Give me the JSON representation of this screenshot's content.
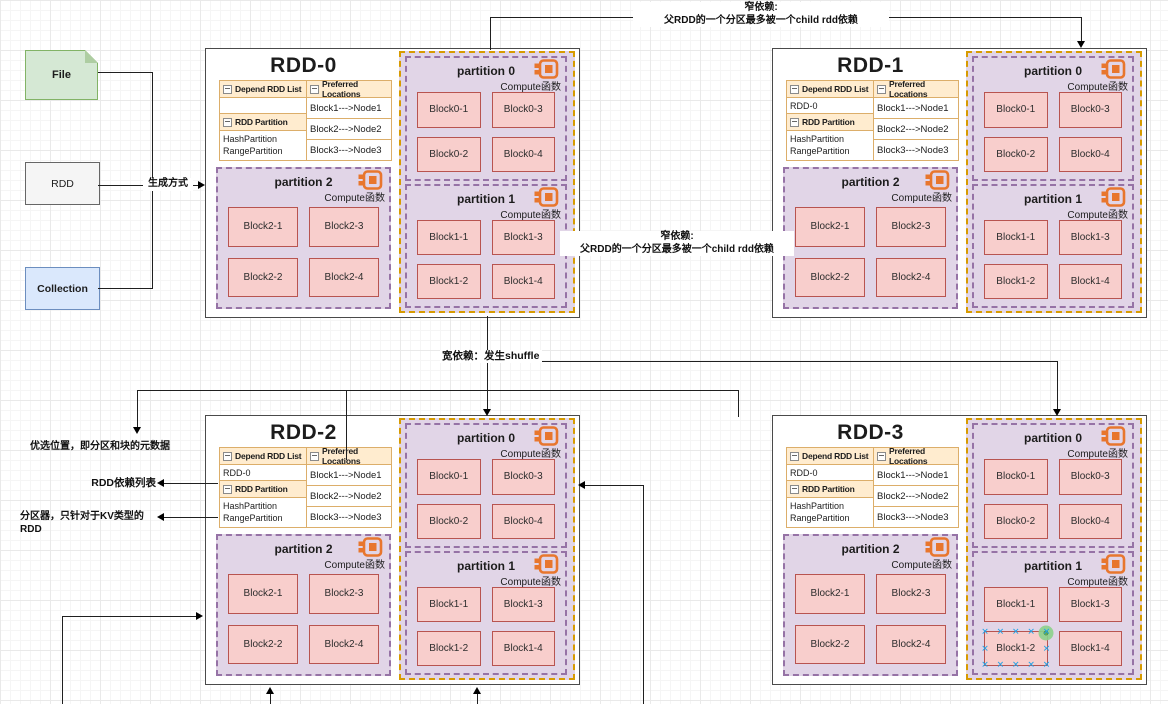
{
  "sources": {
    "file": "File",
    "rdd": "RDD",
    "collection": "Collection"
  },
  "labels": {
    "generate": "生成方式",
    "narrow_top_1": "窄依赖:",
    "narrow_top_2": "父RDD的一个分区最多被一个child rdd依赖",
    "narrow_mid_1": "窄依赖:",
    "narrow_mid_2": "父RDD的一个分区最多被一个child rdd依赖",
    "wide": "宽依赖：发生shuffle",
    "callout_preferred": "优选位置，即分区和块的元数据",
    "callout_depend": "RDD依赖列表",
    "callout_partitioner": "分区器，只针对于KV类型的RDD"
  },
  "rdds": [
    {
      "title": "RDD-0",
      "table": {
        "depend_header": "Depend RDD List",
        "depend_value": "",
        "partition_header": "RDD Partition",
        "partitioner_lines": [
          "HashPartition",
          "RangePartition"
        ],
        "locations_header": "Preferred Locations",
        "locations": [
          "Block1--->Node1",
          "Block2--->Node2",
          "Block3--->Node3"
        ]
      },
      "partitions": [
        {
          "name": "partition 2",
          "compute_label": "Compute函数",
          "blocks": [
            "Block2-1",
            "Block2-3",
            "Block2-2",
            "Block2-4"
          ]
        },
        {
          "name": "partition 0",
          "compute_label": "Compute函数",
          "blocks": [
            "Block0-1",
            "Block0-3",
            "Block0-2",
            "Block0-4"
          ]
        },
        {
          "name": "partition 1",
          "compute_label": "Compute函数",
          "blocks": [
            "Block1-1",
            "Block1-3",
            "Block1-2",
            "Block1-4"
          ]
        }
      ]
    },
    {
      "title": "RDD-1",
      "table": {
        "depend_header": "Depend RDD List",
        "depend_value": "RDD-0",
        "partition_header": "RDD Partition",
        "partitioner_lines": [
          "HashPartition",
          "RangePartition"
        ],
        "locations_header": "Preferred Locations",
        "locations": [
          "Block1--->Node1",
          "Block2--->Node2",
          "Block3--->Node3"
        ]
      },
      "partitions": [
        {
          "name": "partition 2",
          "compute_label": "Compute函数",
          "blocks": [
            "Block2-1",
            "Block2-3",
            "Block2-2",
            "Block2-4"
          ]
        },
        {
          "name": "partition 0",
          "compute_label": "Compute函数",
          "blocks": [
            "Block0-1",
            "Block0-3",
            "Block0-2",
            "Block0-4"
          ]
        },
        {
          "name": "partition 1",
          "compute_label": "Compute函数",
          "blocks": [
            "Block1-1",
            "Block1-3",
            "Block1-2",
            "Block1-4"
          ]
        }
      ]
    },
    {
      "title": "RDD-2",
      "table": {
        "depend_header": "Depend RDD List",
        "depend_value": "RDD-0",
        "partition_header": "RDD Partition",
        "partitioner_lines": [
          "HashPartition",
          "RangePartition"
        ],
        "locations_header": "Preferred Locations",
        "locations": [
          "Block1--->Node1",
          "Block2--->Node2",
          "Block3--->Node3"
        ]
      },
      "partitions": [
        {
          "name": "partition 2",
          "compute_label": "Compute函数",
          "blocks": [
            "Block2-1",
            "Block2-3",
            "Block2-2",
            "Block2-4"
          ]
        },
        {
          "name": "partition 0",
          "compute_label": "Compute函数",
          "blocks": [
            "Block0-1",
            "Block0-3",
            "Block0-2",
            "Block0-4"
          ]
        },
        {
          "name": "partition 1",
          "compute_label": "Compute函数",
          "blocks": [
            "Block1-1",
            "Block1-3",
            "Block1-2",
            "Block1-4"
          ]
        }
      ]
    },
    {
      "title": "RDD-3",
      "table": {
        "depend_header": "Depend RDD List",
        "depend_value": "RDD-0",
        "partition_header": "RDD Partition",
        "partitioner_lines": [
          "HashPartition",
          "RangePartition"
        ],
        "locations_header": "Preferred Locations",
        "locations": [
          "Block1--->Node1",
          "Block2--->Node2",
          "Block3--->Node3"
        ]
      },
      "partitions": [
        {
          "name": "partition 2",
          "compute_label": "Compute函数",
          "blocks": [
            "Block2-1",
            "Block2-3",
            "Block2-2",
            "Block2-4"
          ]
        },
        {
          "name": "partition 0",
          "compute_label": "Compute函数",
          "blocks": [
            "Block0-1",
            "Block0-3",
            "Block0-2",
            "Block0-4"
          ]
        },
        {
          "name": "partition 1",
          "compute_label": "Compute函数",
          "blocks": [
            "Block1-1",
            "Block1-3",
            "Block1-2",
            "Block1-4"
          ]
        }
      ]
    }
  ],
  "selection": {
    "rdd_index": 3,
    "partition_index": 2,
    "block_index": 2
  },
  "colors": {
    "file_fill": "#d5e8d4",
    "file_border": "#82b366",
    "collection_fill": "#dae8fc",
    "collection_border": "#6c8ebf",
    "plain_fill": "#f5f5f5",
    "partition_fill": "#e1d5e7",
    "partition_border": "#9673a6",
    "partition_group_border": "#d79b00",
    "table_header_fill": "#ffeccf",
    "table_border": "#dcae6a",
    "block_fill": "#f8cecc",
    "block_border": "#b85450",
    "compute_icon_orange": "#e8762d",
    "selection_handle_blue": "#1da2e8",
    "connection_point_green": "#8bd18b"
  }
}
